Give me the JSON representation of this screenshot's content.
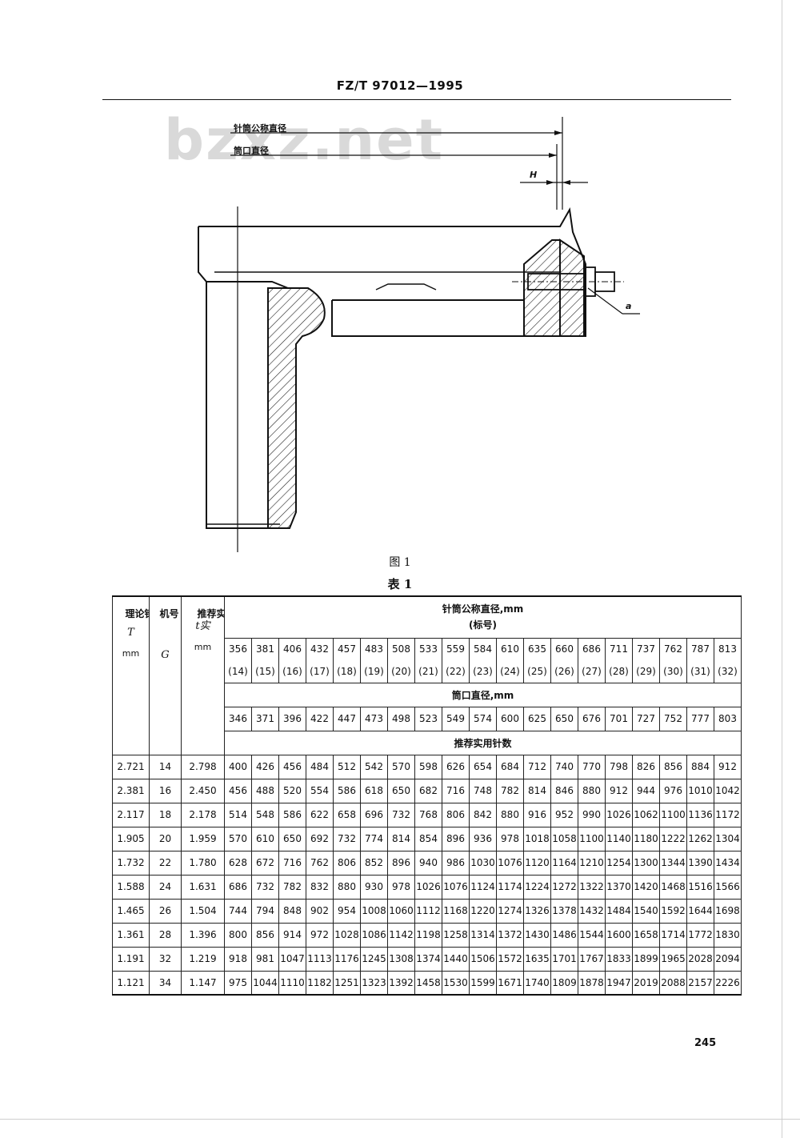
{
  "header": {
    "title": "FZ/T 97012—1995"
  },
  "watermark": "bzxz.net",
  "figure": {
    "label_nominal": "针筒公称直径",
    "label_mouth": "筒口直径",
    "label_h": "H",
    "label_a": "a",
    "caption": "图 1"
  },
  "table": {
    "caption": "表 1",
    "col_pitch_title": "理论针距",
    "col_pitch_symbol": "T",
    "col_pitch_unit": "mm",
    "col_gauge_title": "机号",
    "col_gauge_symbol": "G",
    "col_rec_title": "推荐实用针距",
    "col_rec_symbol": "t实",
    "col_rec_unit": "mm",
    "nominal_header": "针筒公称直径,mm",
    "nominal_subheader": "(标号)",
    "nominal_diameters": [
      "356",
      "381",
      "406",
      "432",
      "457",
      "483",
      "508",
      "533",
      "559",
      "584",
      "610",
      "635",
      "660",
      "686",
      "711",
      "737",
      "762",
      "787",
      "813"
    ],
    "nominal_codes": [
      "(14)",
      "(15)",
      "(16)",
      "(17)",
      "(18)",
      "(19)",
      "(20)",
      "(21)",
      "(22)",
      "(23)",
      "(24)",
      "(25)",
      "(26)",
      "(27)",
      "(28)",
      "(29)",
      "(30)",
      "(31)",
      "(32)"
    ],
    "mouth_header": "筒口直径,mm",
    "mouth_diameters": [
      "346",
      "371",
      "396",
      "422",
      "447",
      "473",
      "498",
      "523",
      "549",
      "574",
      "600",
      "625",
      "650",
      "676",
      "701",
      "727",
      "752",
      "777",
      "803"
    ],
    "needles_header": "推荐实用针数",
    "rows": [
      {
        "pitch": "2.721",
        "gauge": "14",
        "rec": "2.798",
        "needles": [
          "400",
          "426",
          "456",
          "484",
          "512",
          "542",
          "570",
          "598",
          "626",
          "654",
          "684",
          "712",
          "740",
          "770",
          "798",
          "826",
          "856",
          "884",
          "912"
        ]
      },
      {
        "pitch": "2.381",
        "gauge": "16",
        "rec": "2.450",
        "needles": [
          "456",
          "488",
          "520",
          "554",
          "586",
          "618",
          "650",
          "682",
          "716",
          "748",
          "782",
          "814",
          "846",
          "880",
          "912",
          "944",
          "976",
          "1010",
          "1042"
        ]
      },
      {
        "pitch": "2.117",
        "gauge": "18",
        "rec": "2.178",
        "needles": [
          "514",
          "548",
          "586",
          "622",
          "658",
          "696",
          "732",
          "768",
          "806",
          "842",
          "880",
          "916",
          "952",
          "990",
          "1026",
          "1062",
          "1100",
          "1136",
          "1172"
        ]
      },
      {
        "pitch": "1.905",
        "gauge": "20",
        "rec": "1.959",
        "needles": [
          "570",
          "610",
          "650",
          "692",
          "732",
          "774",
          "814",
          "854",
          "896",
          "936",
          "978",
          "1018",
          "1058",
          "1100",
          "1140",
          "1180",
          "1222",
          "1262",
          "1304"
        ]
      },
      {
        "pitch": "1.732",
        "gauge": "22",
        "rec": "1.780",
        "needles": [
          "628",
          "672",
          "716",
          "762",
          "806",
          "852",
          "896",
          "940",
          "986",
          "1030",
          "1076",
          "1120",
          "1164",
          "1210",
          "1254",
          "1300",
          "1344",
          "1390",
          "1434"
        ]
      },
      {
        "pitch": "1.588",
        "gauge": "24",
        "rec": "1.631",
        "needles": [
          "686",
          "732",
          "782",
          "832",
          "880",
          "930",
          "978",
          "1026",
          "1076",
          "1124",
          "1174",
          "1224",
          "1272",
          "1322",
          "1370",
          "1420",
          "1468",
          "1516",
          "1566"
        ]
      },
      {
        "pitch": "1.465",
        "gauge": "26",
        "rec": "1.504",
        "needles": [
          "744",
          "794",
          "848",
          "902",
          "954",
          "1008",
          "1060",
          "1112",
          "1168",
          "1220",
          "1274",
          "1326",
          "1378",
          "1432",
          "1484",
          "1540",
          "1592",
          "1644",
          "1698"
        ]
      },
      {
        "pitch": "1.361",
        "gauge": "28",
        "rec": "1.396",
        "needles": [
          "800",
          "856",
          "914",
          "972",
          "1028",
          "1086",
          "1142",
          "1198",
          "1258",
          "1314",
          "1372",
          "1430",
          "1486",
          "1544",
          "1600",
          "1658",
          "1714",
          "1772",
          "1830"
        ]
      },
      {
        "pitch": "1.191",
        "gauge": "32",
        "rec": "1.219",
        "needles": [
          "918",
          "981",
          "1047",
          "1113",
          "1176",
          "1245",
          "1308",
          "1374",
          "1440",
          "1506",
          "1572",
          "1635",
          "1701",
          "1767",
          "1833",
          "1899",
          "1965",
          "2028",
          "2094"
        ]
      },
      {
        "pitch": "1.121",
        "gauge": "34",
        "rec": "1.147",
        "needles": [
          "975",
          "1044",
          "1110",
          "1182",
          "1251",
          "1323",
          "1392",
          "1458",
          "1530",
          "1599",
          "1671",
          "1740",
          "1809",
          "1878",
          "1947",
          "2019",
          "2088",
          "2157",
          "2226"
        ]
      }
    ]
  },
  "page_number": "245"
}
